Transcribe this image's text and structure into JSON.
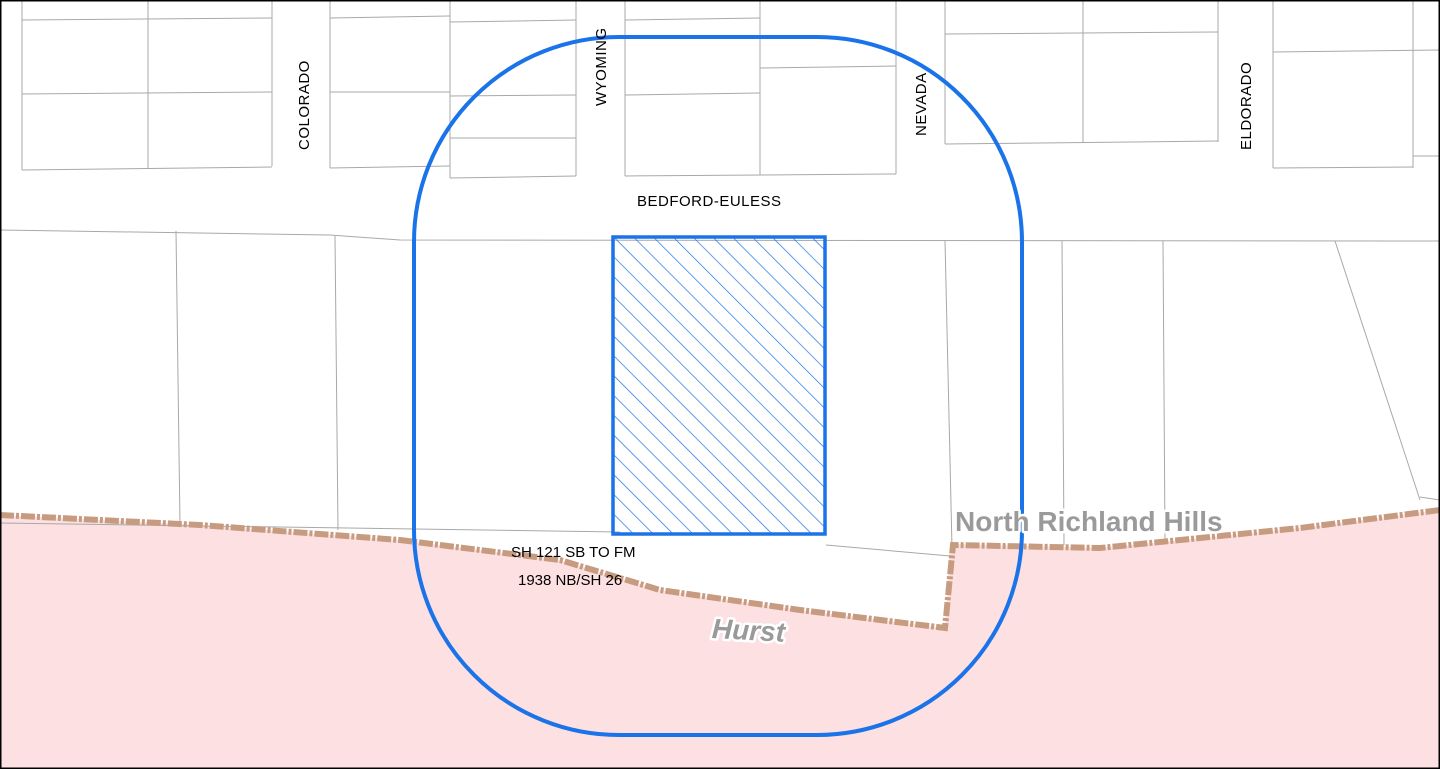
{
  "map": {
    "streets": {
      "colorado": "COLORADO",
      "wyoming": "WYOMING",
      "nevada": "NEVADA",
      "eldorado": "ELDORADO",
      "bedford_euless": "BEDFORD-EULESS",
      "sh121_line1": "SH 121 SB TO FM",
      "sh121_line2": "1938 NB/SH 26"
    },
    "cities": {
      "north_richland_hills": "North Richland Hills",
      "hurst": "Hurst"
    },
    "colors": {
      "buffer": "#1a73e8",
      "subject_hatch": "#1a73e8",
      "city_boundary": "#c79b80",
      "hurst_fill": "#fde0e1",
      "parcel_line": "#a8a8a8",
      "city_label": "#9a9a9a"
    }
  }
}
